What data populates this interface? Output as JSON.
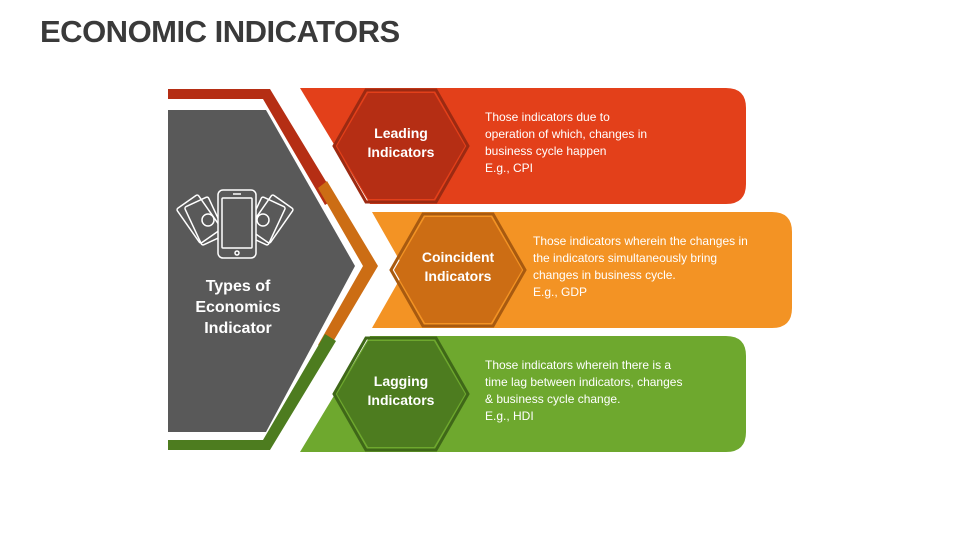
{
  "title": "ECONOMIC INDICATORS",
  "center": {
    "label_lines": [
      "Types of",
      "Economics",
      "Indicator"
    ],
    "icon": "phone-money-icon"
  },
  "colors": {
    "gray": "#595959",
    "red": "#e3401a",
    "red_dark": "#b52e14",
    "orange": "#f39324",
    "orange_dark": "#cc6d14",
    "green": "#6ea82e",
    "green_dark": "#4d7c1f"
  },
  "items": [
    {
      "label_lines": [
        "Leading",
        "Indicators"
      ],
      "desc_lines": [
        "Those indicators due to",
        "operation of which, changes in",
        "business cycle happen"
      ],
      "example": "E.g., CPI"
    },
    {
      "label_lines": [
        "Coincident",
        "Indicators"
      ],
      "desc_lines": [
        "Those indicators wherein the changes in",
        "the indicators simultaneously bring",
        "changes in business cycle."
      ],
      "example": "E.g., GDP"
    },
    {
      "label_lines": [
        "Lagging",
        "Indicators"
      ],
      "desc_lines": [
        "Those indicators wherein there is a",
        "time lag between indicators, changes",
        "& business cycle change."
      ],
      "example": "E.g., HDI"
    }
  ]
}
